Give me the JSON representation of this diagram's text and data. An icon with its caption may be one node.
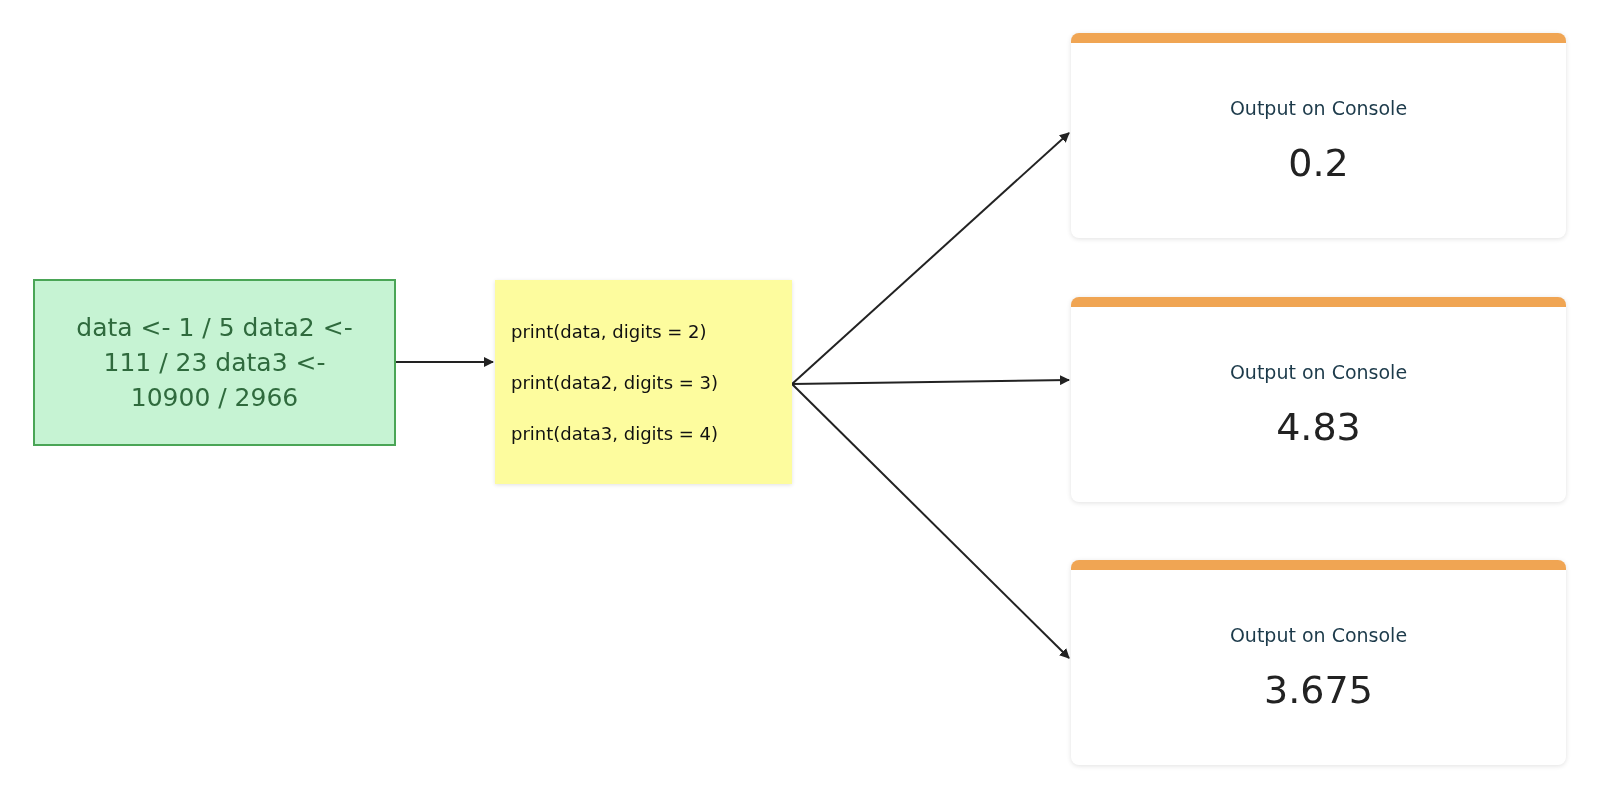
{
  "diagram": {
    "nodes": [
      {
        "text": [
          "data <- 1 / 5 data2 <- 111 / 23 data3 <- 10900 / 2966"
        ]
      },
      {
        "text": [
          "print(data, digits = 2)",
          "print(data2, digits = 3)",
          "print(data3, digits = 4)"
        ]
      },
      {
        "text": [
          "Output on Console",
          "0.2"
        ]
      },
      {
        "text": [
          "Output on Console",
          "4.83"
        ]
      },
      {
        "text": [
          "Output on Console",
          "3.675"
        ]
      }
    ],
    "edges": [
      {
        "from": 0,
        "to": 1,
        "arrow": "to"
      },
      {
        "from": 1,
        "to": 2,
        "arrow": "to"
      },
      {
        "from": 1,
        "to": 3,
        "arrow": "to"
      },
      {
        "from": 1,
        "to": 4,
        "arrow": "to"
      }
    ]
  }
}
